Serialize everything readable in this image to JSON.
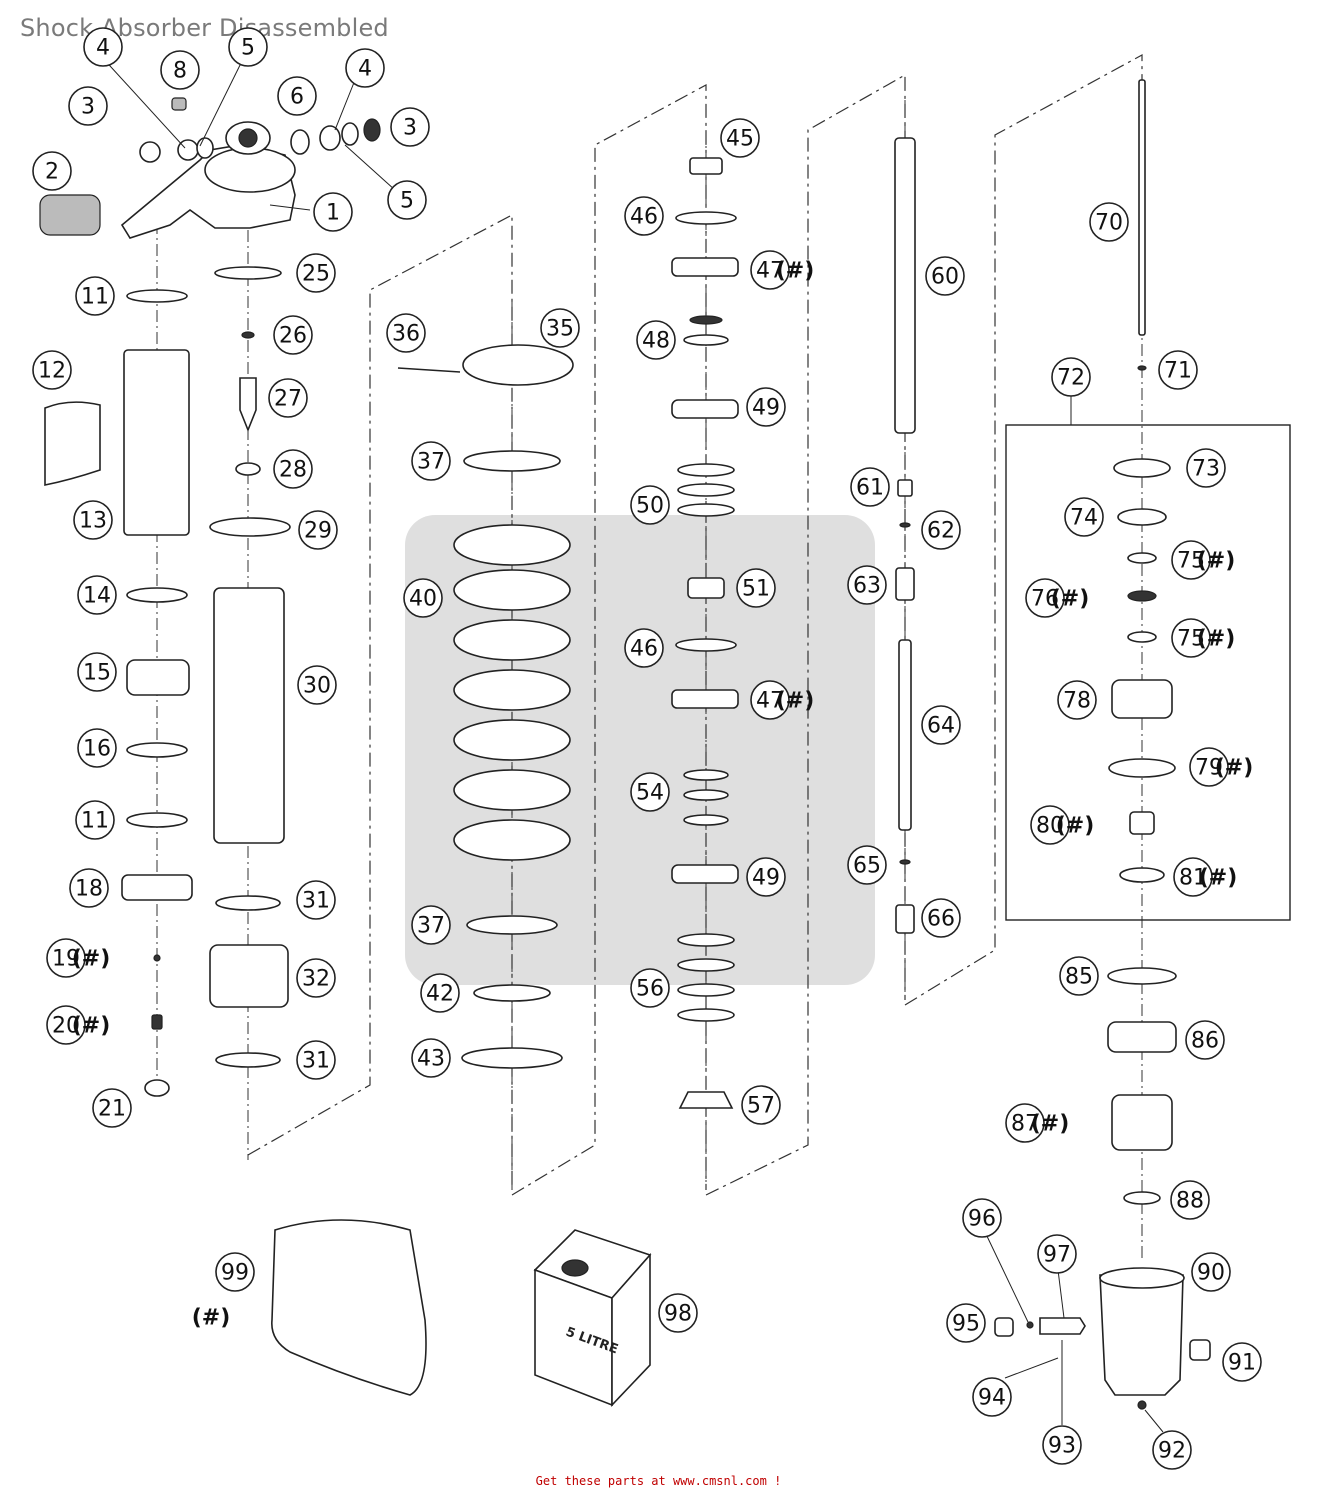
{
  "title": "Shock Absorber Disassembled",
  "footer": "Get these parts at www.cmsnl.com !",
  "can_label": "5 LITRE",
  "callouts": [
    {
      "n": "1"
    },
    {
      "n": "2"
    },
    {
      "n": "3"
    },
    {
      "n": "3"
    },
    {
      "n": "4"
    },
    {
      "n": "4"
    },
    {
      "n": "5"
    },
    {
      "n": "5"
    },
    {
      "n": "6"
    },
    {
      "n": "8"
    },
    {
      "n": "11"
    },
    {
      "n": "11"
    },
    {
      "n": "12"
    },
    {
      "n": "13"
    },
    {
      "n": "14"
    },
    {
      "n": "15"
    },
    {
      "n": "16"
    },
    {
      "n": "18"
    },
    {
      "n": "19",
      "hash": "(#)"
    },
    {
      "n": "20",
      "hash": "(#)"
    },
    {
      "n": "21"
    },
    {
      "n": "25"
    },
    {
      "n": "26"
    },
    {
      "n": "27"
    },
    {
      "n": "28"
    },
    {
      "n": "29"
    },
    {
      "n": "30"
    },
    {
      "n": "31"
    },
    {
      "n": "32"
    },
    {
      "n": "31"
    },
    {
      "n": "35"
    },
    {
      "n": "36"
    },
    {
      "n": "37"
    },
    {
      "n": "40"
    },
    {
      "n": "37"
    },
    {
      "n": "42"
    },
    {
      "n": "43"
    },
    {
      "n": "45"
    },
    {
      "n": "46"
    },
    {
      "n": "47",
      "hash": "(#)"
    },
    {
      "n": "48"
    },
    {
      "n": "49"
    },
    {
      "n": "50"
    },
    {
      "n": "51"
    },
    {
      "n": "46"
    },
    {
      "n": "47",
      "hash": "(#)"
    },
    {
      "n": "54"
    },
    {
      "n": "49"
    },
    {
      "n": "56"
    },
    {
      "n": "57"
    },
    {
      "n": "60"
    },
    {
      "n": "61"
    },
    {
      "n": "62"
    },
    {
      "n": "63"
    },
    {
      "n": "64"
    },
    {
      "n": "65"
    },
    {
      "n": "66"
    },
    {
      "n": "70"
    },
    {
      "n": "71"
    },
    {
      "n": "72"
    },
    {
      "n": "73"
    },
    {
      "n": "74"
    },
    {
      "n": "75",
      "hash": "(#)"
    },
    {
      "n": "76",
      "hash": "(#)"
    },
    {
      "n": "75",
      "hash": "(#)"
    },
    {
      "n": "78"
    },
    {
      "n": "79",
      "hash": "(#)"
    },
    {
      "n": "80",
      "hash": "(#)"
    },
    {
      "n": "81",
      "hash": "(#)"
    },
    {
      "n": "85"
    },
    {
      "n": "86"
    },
    {
      "n": "87",
      "hash": "(#)"
    },
    {
      "n": "88"
    },
    {
      "n": "90"
    },
    {
      "n": "91"
    },
    {
      "n": "92"
    },
    {
      "n": "93"
    },
    {
      "n": "94"
    },
    {
      "n": "95"
    },
    {
      "n": "96"
    },
    {
      "n": "97"
    },
    {
      "n": "98"
    },
    {
      "n": "99",
      "hash": "(#)"
    }
  ]
}
